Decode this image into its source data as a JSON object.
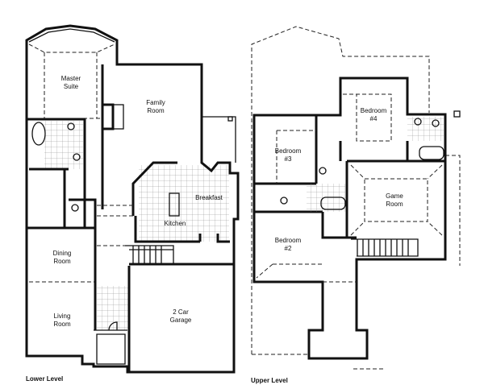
{
  "lower_level": {
    "caption": "Lower Level",
    "rooms": {
      "master_suite": [
        "Master",
        "Suite"
      ],
      "family_room": [
        "Family",
        "Room"
      ],
      "breakfast": "Breakfast",
      "kitchen": "Kitchen",
      "dining_room": [
        "Dining",
        "Room"
      ],
      "living_room": [
        "Living",
        "Room"
      ],
      "garage": [
        "2 Car",
        "Garage"
      ]
    }
  },
  "upper_level": {
    "caption": "Upper Level",
    "rooms": {
      "bedroom_4": [
        "Bedroom",
        "#4"
      ],
      "bedroom_3": [
        "Bedroom",
        "#3"
      ],
      "bedroom_2": [
        "Bedroom",
        "#2"
      ],
      "game_room": [
        "Game",
        "Room"
      ]
    }
  }
}
